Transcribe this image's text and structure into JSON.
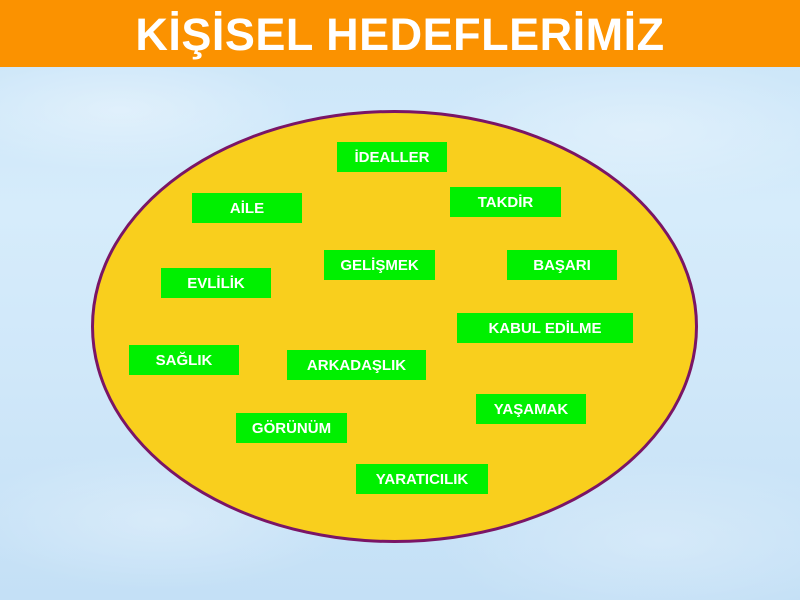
{
  "title": "KİŞİSEL HEDEFLERİMİZ",
  "colors": {
    "title_bar": "#fb9200",
    "title_text": "#ffffff",
    "ellipse_fill": "#f9cf1d",
    "ellipse_border": "#7a1566",
    "goal_box": "#00f000",
    "goal_text": "#ffffff",
    "background": "#d6ecfb"
  },
  "goals": [
    "İDEALLER",
    "AİLE",
    "TAKDİR",
    "GELİŞMEK",
    "BAŞARI",
    "EVLİLİK",
    "KABUL EDİLME",
    "SAĞLIK",
    "ARKADAŞLIK",
    "YAŞAMAK",
    "GÖRÜNÜM",
    "YARATICILIK"
  ]
}
